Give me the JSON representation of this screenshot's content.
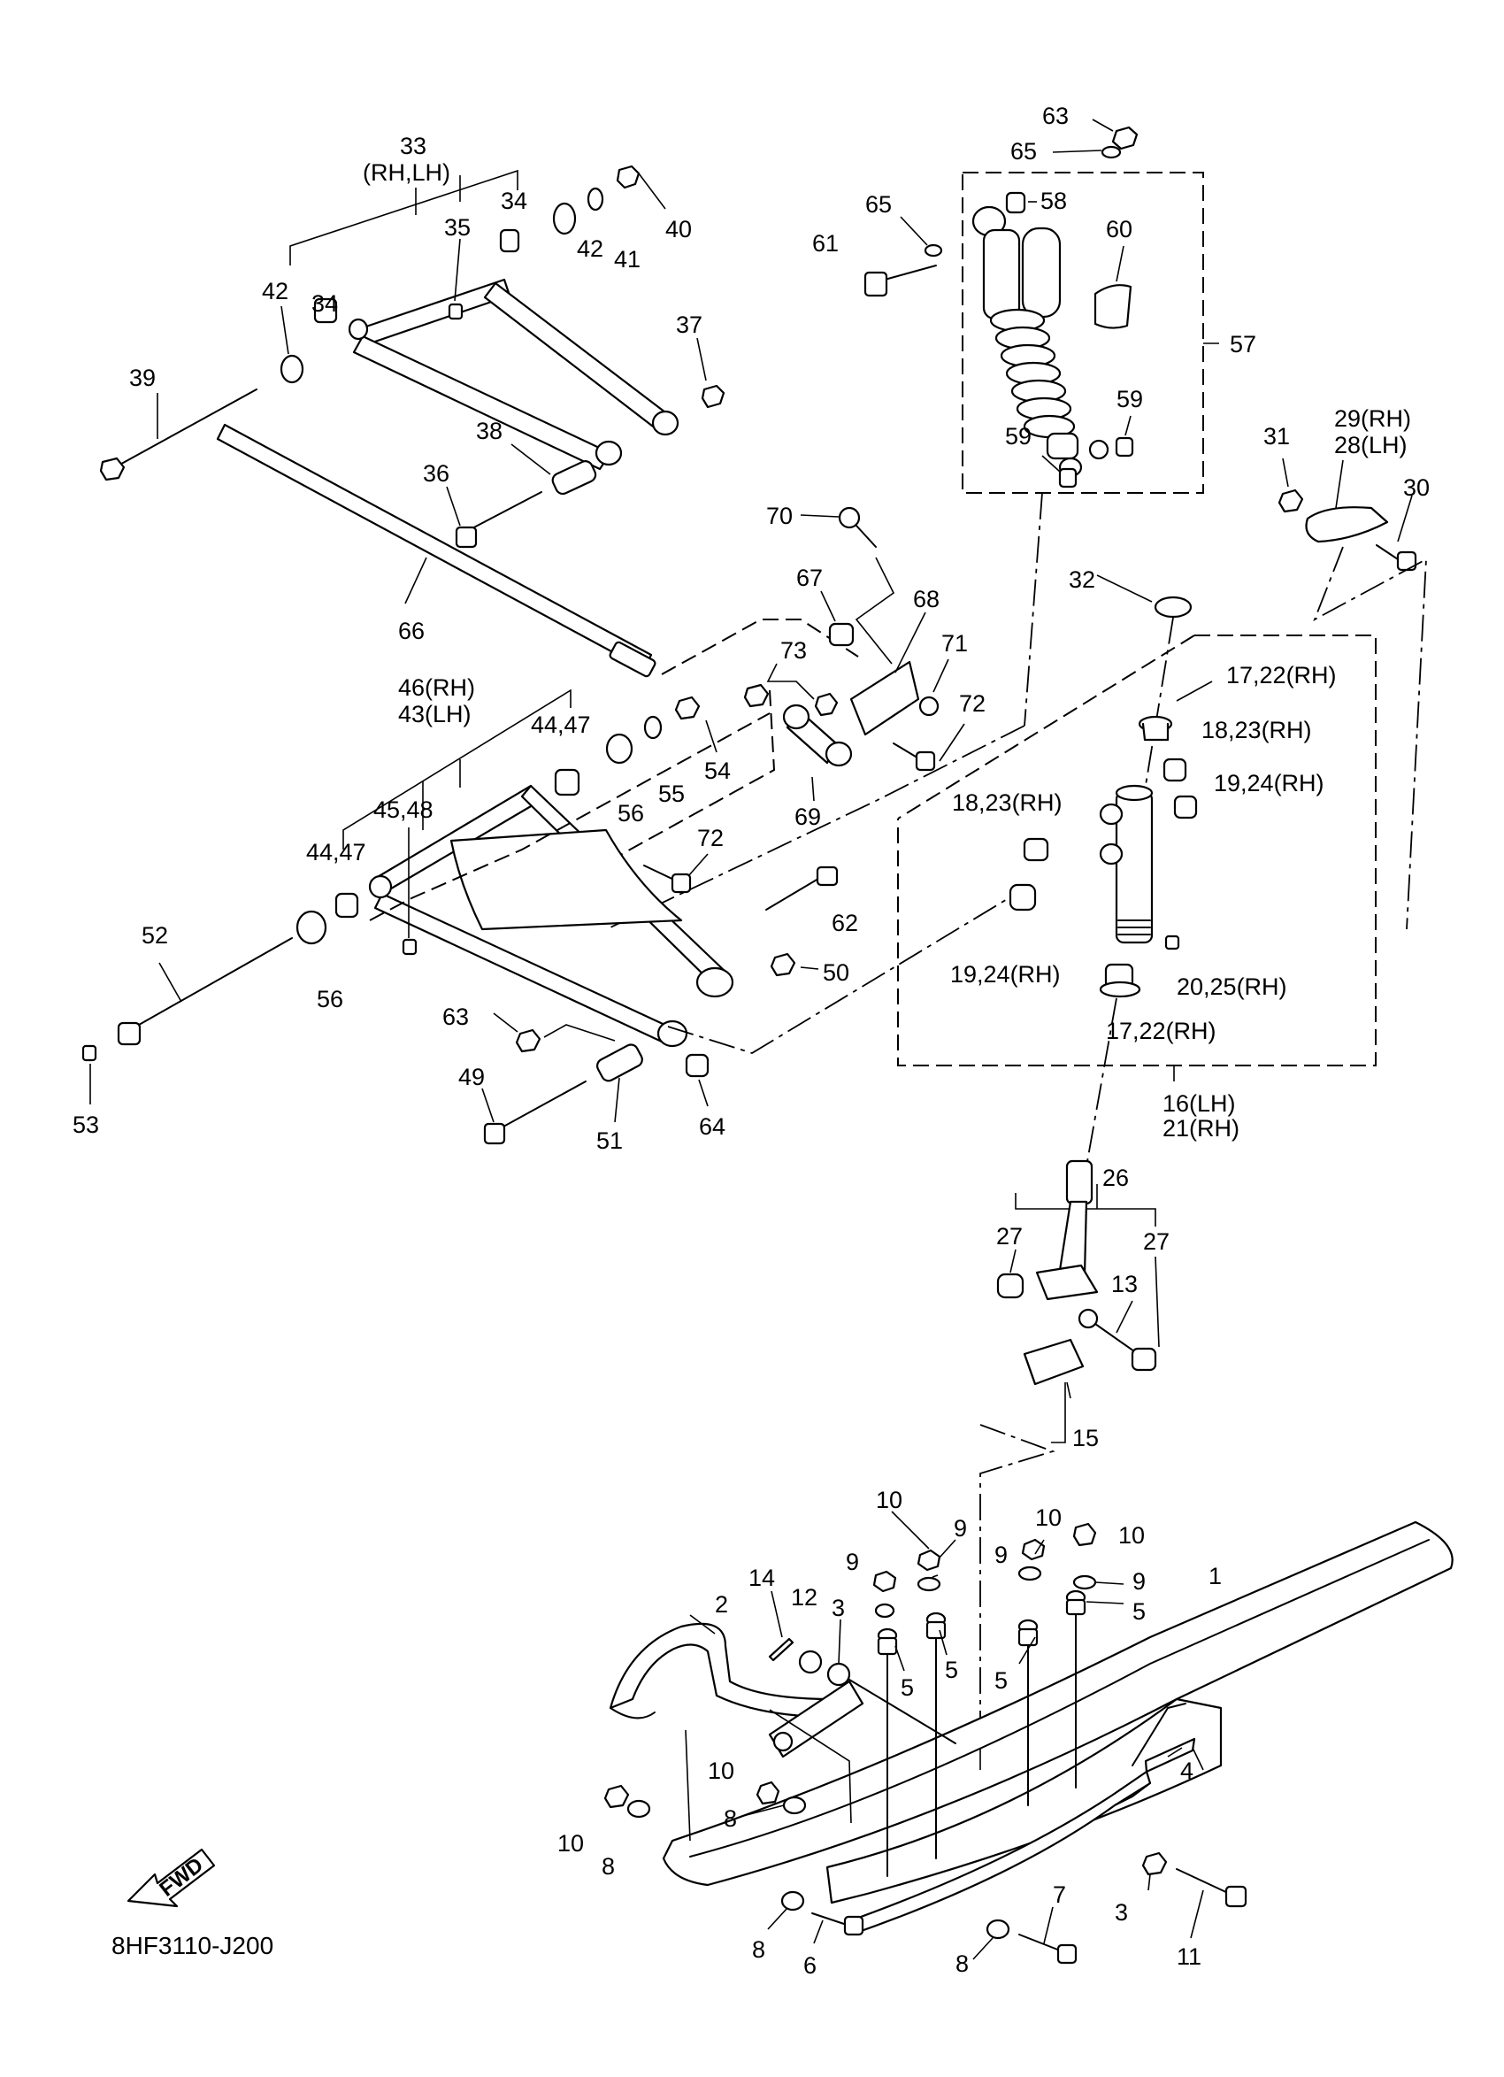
{
  "diagram": {
    "code": "8HF3110-J200",
    "fwd_label": "FWD",
    "labels": [
      {
        "id": "63a",
        "text": "63"
      },
      {
        "id": "65a",
        "text": "65"
      },
      {
        "id": "65b",
        "text": "65"
      },
      {
        "id": "58",
        "text": "58"
      },
      {
        "id": "61",
        "text": "61"
      },
      {
        "id": "60",
        "text": "60"
      },
      {
        "id": "57",
        "text": "57"
      },
      {
        "id": "59a",
        "text": "59"
      },
      {
        "id": "59b",
        "text": "59"
      },
      {
        "id": "33",
        "text": "33"
      },
      {
        "id": "33s",
        "text": "(RH,LH)"
      },
      {
        "id": "34a",
        "text": "34"
      },
      {
        "id": "35",
        "text": "35"
      },
      {
        "id": "34b",
        "text": "34"
      },
      {
        "id": "42a",
        "text": "42"
      },
      {
        "id": "41",
        "text": "41"
      },
      {
        "id": "40",
        "text": "40"
      },
      {
        "id": "42b",
        "text": "42"
      },
      {
        "id": "39",
        "text": "39"
      },
      {
        "id": "37",
        "text": "37"
      },
      {
        "id": "38",
        "text": "38"
      },
      {
        "id": "36",
        "text": "36"
      },
      {
        "id": "66",
        "text": "66"
      },
      {
        "id": "70",
        "text": "70"
      },
      {
        "id": "67",
        "text": "67"
      },
      {
        "id": "68",
        "text": "68"
      },
      {
        "id": "73",
        "text": "73"
      },
      {
        "id": "71",
        "text": "71"
      },
      {
        "id": "72a",
        "text": "72"
      },
      {
        "id": "69",
        "text": "69"
      },
      {
        "id": "31",
        "text": "31"
      },
      {
        "id": "29",
        "text": "29(RH)"
      },
      {
        "id": "28",
        "text": "28(LH)"
      },
      {
        "id": "30",
        "text": "30"
      },
      {
        "id": "32",
        "text": "32"
      },
      {
        "id": "1722a",
        "text": "17,22(RH)"
      },
      {
        "id": "1823a",
        "text": "18,23(RH)"
      },
      {
        "id": "1924a",
        "text": "19,24(RH)"
      },
      {
        "id": "1823b",
        "text": "18,23(RH)"
      },
      {
        "id": "1924b",
        "text": "19,24(RH)"
      },
      {
        "id": "2025",
        "text": "20,25(RH)"
      },
      {
        "id": "1722b",
        "text": "17,22(RH)"
      },
      {
        "id": "16",
        "text": "16(LH)"
      },
      {
        "id": "21",
        "text": "21(RH)"
      },
      {
        "id": "46",
        "text": "46(RH)"
      },
      {
        "id": "43",
        "text": "43(LH)"
      },
      {
        "id": "4447a",
        "text": "44,47"
      },
      {
        "id": "56a",
        "text": "56"
      },
      {
        "id": "55",
        "text": "55"
      },
      {
        "id": "54",
        "text": "54"
      },
      {
        "id": "4548",
        "text": "45,48"
      },
      {
        "id": "4447b",
        "text": "44,47"
      },
      {
        "id": "72b",
        "text": "72"
      },
      {
        "id": "62",
        "text": "62"
      },
      {
        "id": "50",
        "text": "50"
      },
      {
        "id": "52",
        "text": "52"
      },
      {
        "id": "56b",
        "text": "56"
      },
      {
        "id": "63b",
        "text": "63"
      },
      {
        "id": "53",
        "text": "53"
      },
      {
        "id": "49",
        "text": "49"
      },
      {
        "id": "51",
        "text": "51"
      },
      {
        "id": "64",
        "text": "64"
      },
      {
        "id": "26",
        "text": "26"
      },
      {
        "id": "27a",
        "text": "27"
      },
      {
        "id": "27b",
        "text": "27"
      },
      {
        "id": "13",
        "text": "13"
      },
      {
        "id": "15",
        "text": "15"
      },
      {
        "id": "10a",
        "text": "10"
      },
      {
        "id": "9a",
        "text": "9"
      },
      {
        "id": "9b",
        "text": "9"
      },
      {
        "id": "10b",
        "text": "10"
      },
      {
        "id": "10c",
        "text": "10"
      },
      {
        "id": "9c",
        "text": "9"
      },
      {
        "id": "9d",
        "text": "9"
      },
      {
        "id": "1",
        "text": "1"
      },
      {
        "id": "5a",
        "text": "5"
      },
      {
        "id": "14",
        "text": "14"
      },
      {
        "id": "12",
        "text": "12"
      },
      {
        "id": "3a",
        "text": "3"
      },
      {
        "id": "2",
        "text": "2"
      },
      {
        "id": "5b",
        "text": "5"
      },
      {
        "id": "5c",
        "text": "5"
      },
      {
        "id": "5d",
        "text": "5"
      },
      {
        "id": "10d",
        "text": "10"
      },
      {
        "id": "8a",
        "text": "8"
      },
      {
        "id": "4",
        "text": "4"
      },
      {
        "id": "10e",
        "text": "10"
      },
      {
        "id": "8b",
        "text": "8"
      },
      {
        "id": "7",
        "text": "7"
      },
      {
        "id": "3b",
        "text": "3"
      },
      {
        "id": "8c",
        "text": "8"
      },
      {
        "id": "6",
        "text": "6"
      },
      {
        "id": "8d",
        "text": "8"
      },
      {
        "id": "11",
        "text": "11"
      }
    ]
  }
}
